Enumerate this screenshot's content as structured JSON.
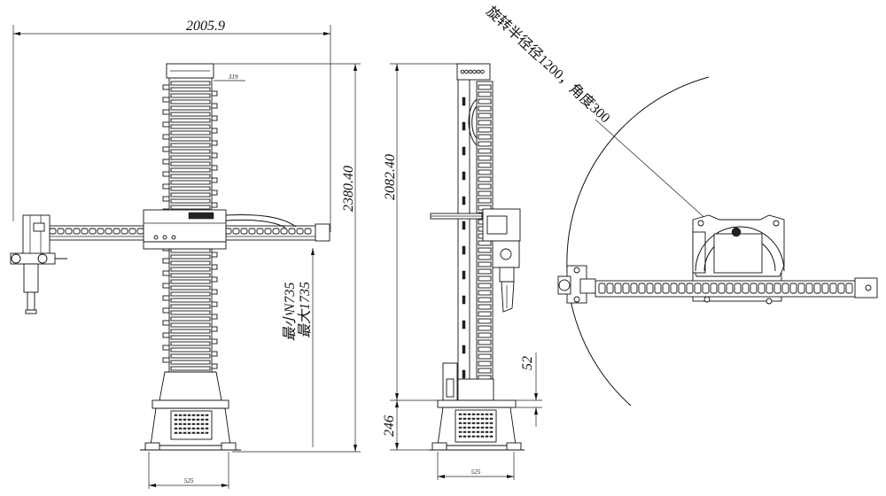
{
  "front_view": {
    "overall_width": "2005.9",
    "column_offset": "319",
    "overall_height": "2380.40",
    "arm_height_min": "最小N735",
    "arm_height_max": "最大1735",
    "base_width": "525"
  },
  "side_view": {
    "overall_height": "2082.40",
    "gap": "52",
    "base_height": "246",
    "base_width": "525"
  },
  "top_view": {
    "rotation_note": "旋转半径径1200，角度300"
  }
}
